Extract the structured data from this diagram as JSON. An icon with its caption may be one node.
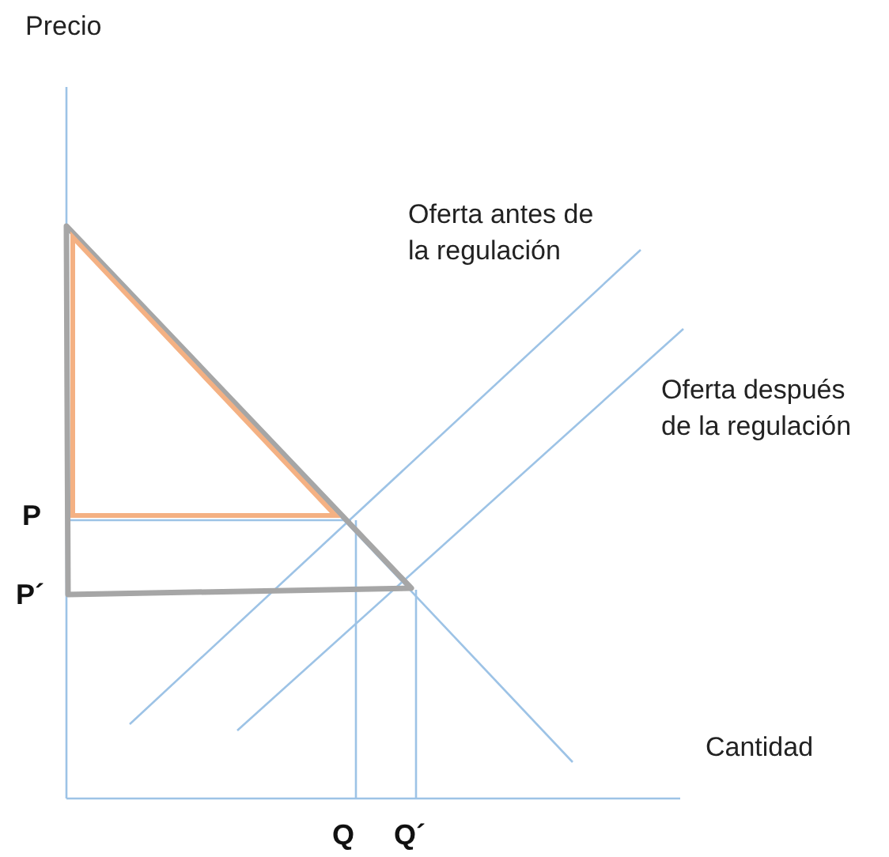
{
  "diagram": {
    "labels": [
      "Precio",
      "Oferta antes de la regulación",
      "Oferta después de la regulación",
      "P",
      "P´",
      "Cantidad",
      "Q",
      "Q´"
    ]
  }
}
